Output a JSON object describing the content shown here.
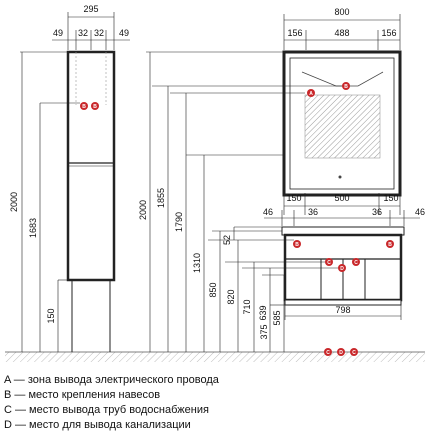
{
  "dims": {
    "column_width": "295",
    "column_top_segments": [
      "49",
      "32",
      "32",
      "49"
    ],
    "column_total_height": "2000",
    "column_shelf_height": "1683",
    "column_bottom": "150",
    "floor_mark_levels": [
      "2000",
      "1855",
      "1790",
      "1310",
      "850",
      "820",
      "710",
      "639",
      "585",
      "375"
    ],
    "mirror_width": "800",
    "mirror_top_segments": [
      "156",
      "488",
      "156"
    ],
    "mirror_bottom_segments": [
      "150",
      "500",
      "150"
    ],
    "cabinet_left_segments": [
      "46",
      "36"
    ],
    "cabinet_right_segments": [
      "36",
      "46"
    ],
    "cabinet_top_offset": "52",
    "cabinet_width": "798"
  },
  "markers": {
    "a": "A",
    "b": "B",
    "c": "C",
    "d": "D",
    "fill_color": "#c9282b"
  },
  "legend": [
    "A — зона вывода электрического провода",
    "B — место крепления навесов",
    "C — место вывода труб водоснабжения",
    "D — место для вывода канализации"
  ]
}
